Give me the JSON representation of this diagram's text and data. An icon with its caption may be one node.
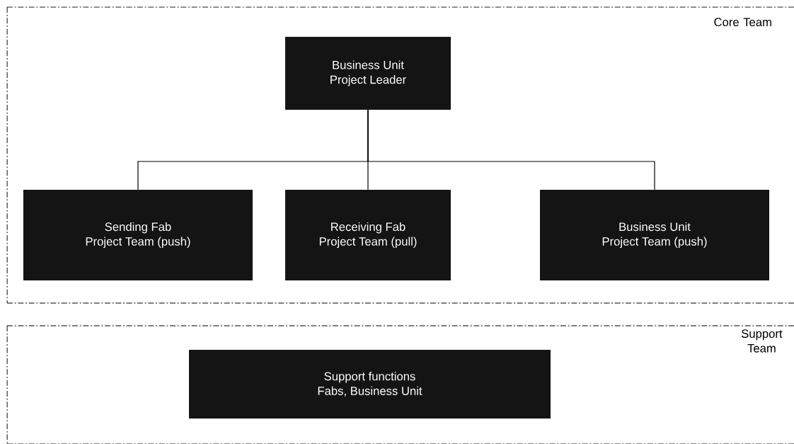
{
  "diagram": {
    "nodes": [
      {
        "text": [
          "Core Team"
        ]
      },
      {
        "text": [
          "Business Unit",
          "Project Leader"
        ],
        "in": 0
      },
      {
        "text": [
          "Sending Fab",
          "Project Team (push)"
        ],
        "in": 0
      },
      {
        "text": [
          "Receiving Fab",
          "Project Team (pull)"
        ],
        "in": 0
      },
      {
        "text": [
          "Business Unit",
          "Project Team (push)"
        ],
        "in": 0
      },
      {
        "text": [
          "Support Team"
        ]
      },
      {
        "text": [
          "Support functions",
          "Fabs, Business Unit"
        ],
        "in": 5
      }
    ],
    "edges": [
      {
        "from": 1,
        "to": 2,
        "arrow": "none"
      },
      {
        "from": 1,
        "to": 3,
        "arrow": "none"
      },
      {
        "from": 1,
        "to": 4,
        "arrow": "none"
      }
    ]
  }
}
